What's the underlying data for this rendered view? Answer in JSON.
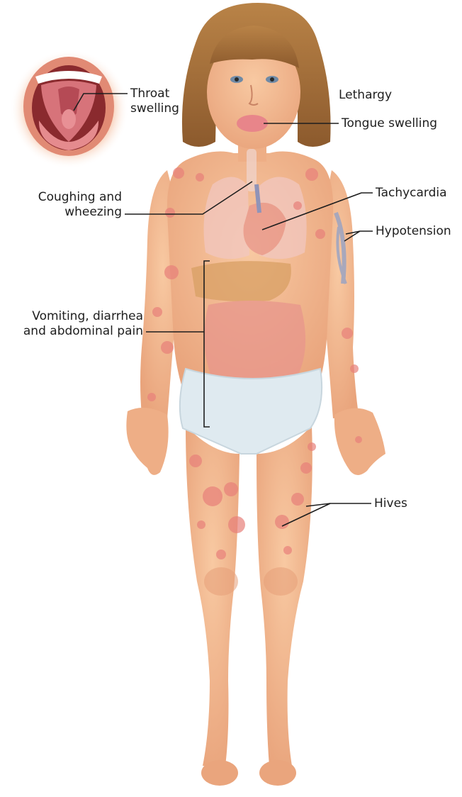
{
  "labels": {
    "throat_line1": "Throat",
    "throat_line2": "swelling",
    "lethargy": "Lethargy",
    "tongue": "Tongue swelling",
    "coughing_line1": "Coughing and",
    "coughing_line2": "wheezing",
    "tachycardia": "Tachycardia",
    "hypotension": "Hypotension",
    "vomiting_line1": "Vomiting, diarrhea",
    "vomiting_line2": "and abdominal pain",
    "hives": "Hives"
  },
  "colors": {
    "skin": "#f3b98f",
    "skin_shadow": "#e59f78",
    "hair": "#a8703c",
    "hive": "#e8807a",
    "diaper": "#dfeaf0",
    "organ": "#e8968c",
    "liver": "#d9a064",
    "vein": "#8fa0c8",
    "leader_line": "#1e1e1e"
  }
}
